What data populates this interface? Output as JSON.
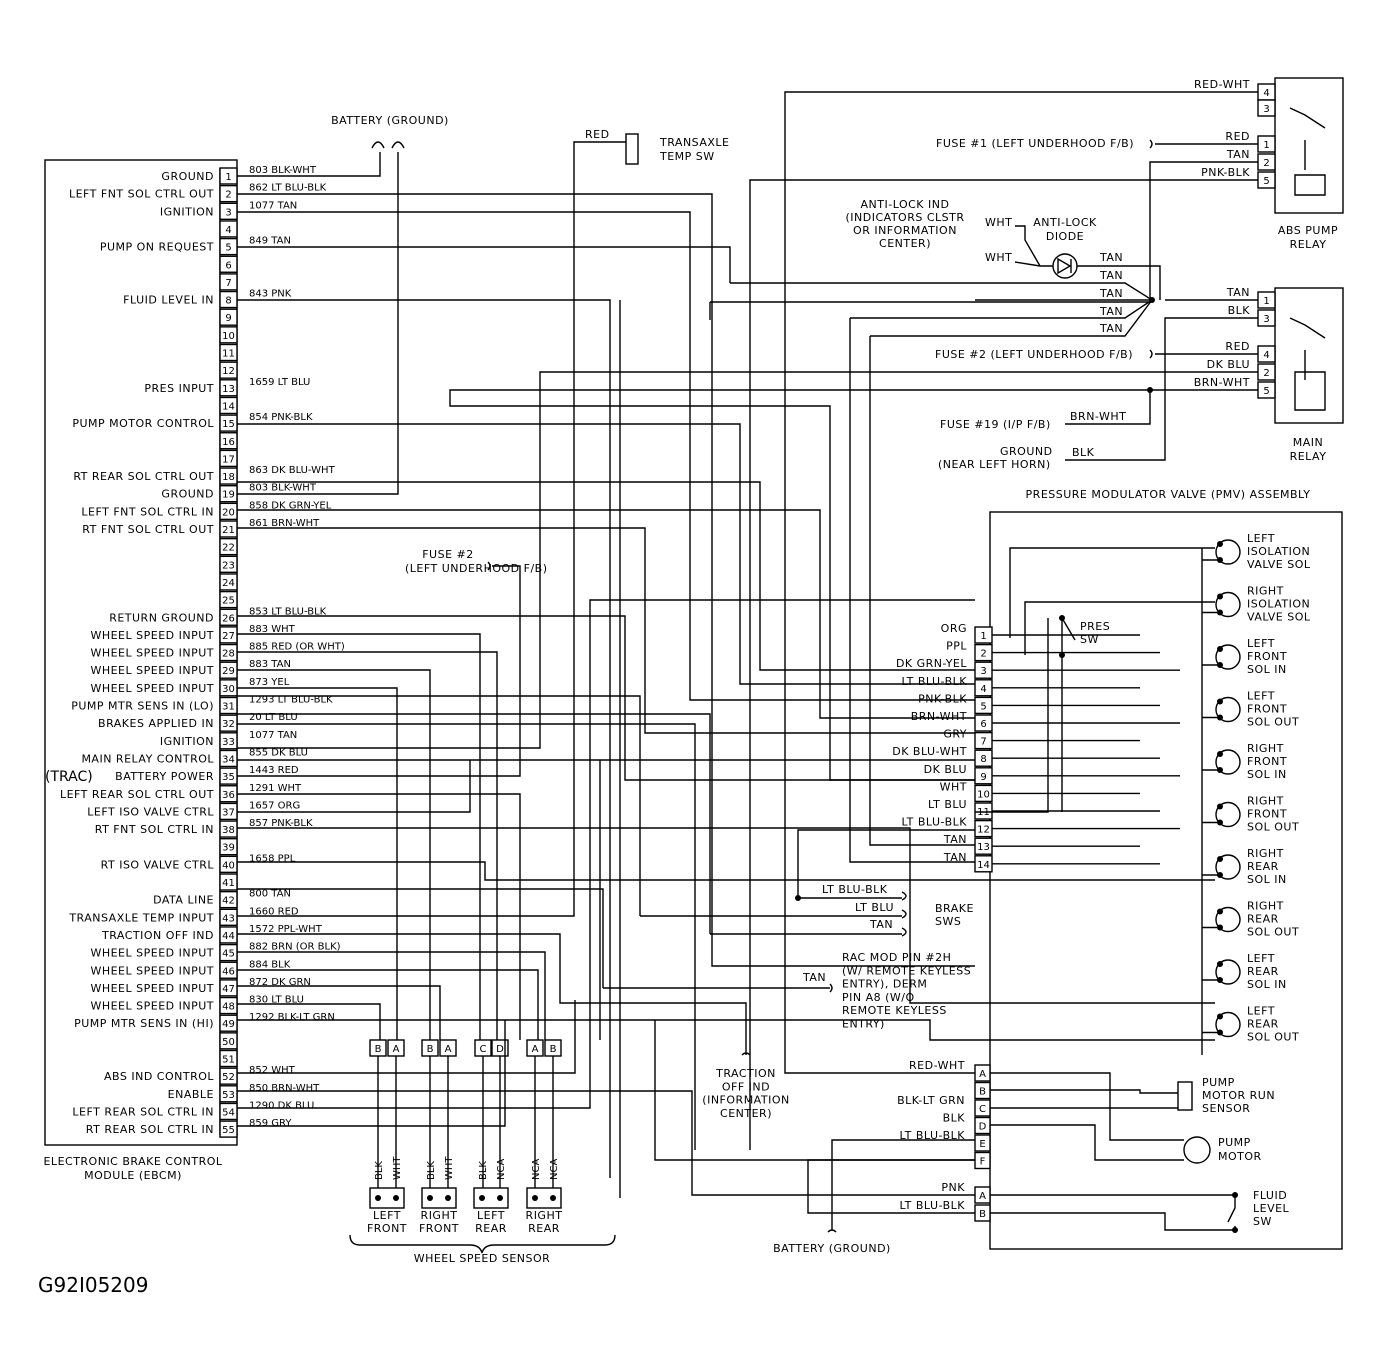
{
  "figure_id": "G92I05209",
  "ebcm": {
    "title1": "ELECTRONIC BRAKE CONTROL",
    "title2": "MODULE (EBCM)",
    "trac": "(TRAC)",
    "pins": [
      {
        "n": "1",
        "fn": "GROUND",
        "wire": "803 BLK-WHT"
      },
      {
        "n": "2",
        "fn": "LEFT FNT SOL CTRL OUT",
        "wire": "862 LT BLU-BLK"
      },
      {
        "n": "3",
        "fn": "IGNITION",
        "wire": "1077 TAN"
      },
      {
        "n": "4",
        "fn": "",
        "wire": ""
      },
      {
        "n": "5",
        "fn": "PUMP ON REQUEST",
        "wire": "849 TAN"
      },
      {
        "n": "6",
        "fn": "",
        "wire": ""
      },
      {
        "n": "7",
        "fn": "",
        "wire": ""
      },
      {
        "n": "8",
        "fn": "FLUID LEVEL IN",
        "wire": "843 PNK"
      },
      {
        "n": "9",
        "fn": "",
        "wire": ""
      },
      {
        "n": "10",
        "fn": "",
        "wire": ""
      },
      {
        "n": "11",
        "fn": "",
        "wire": ""
      },
      {
        "n": "12",
        "fn": "",
        "wire": ""
      },
      {
        "n": "13",
        "fn": "PRES INPUT",
        "wire": "1659 LT BLU"
      },
      {
        "n": "14",
        "fn": "",
        "wire": ""
      },
      {
        "n": "15",
        "fn": "PUMP MOTOR CONTROL",
        "wire": "854 PNK-BLK"
      },
      {
        "n": "16",
        "fn": "",
        "wire": ""
      },
      {
        "n": "17",
        "fn": "",
        "wire": ""
      },
      {
        "n": "18",
        "fn": "RT REAR SOL CTRL OUT",
        "wire": "863 DK BLU-WHT"
      },
      {
        "n": "19",
        "fn": "GROUND",
        "wire": "803 BLK-WHT"
      },
      {
        "n": "20",
        "fn": "LEFT FNT SOL CTRL IN",
        "wire": "858 DK GRN-YEL"
      },
      {
        "n": "21",
        "fn": "RT FNT SOL CTRL OUT",
        "wire": "861 BRN-WHT"
      },
      {
        "n": "22",
        "fn": "",
        "wire": ""
      },
      {
        "n": "23",
        "fn": "",
        "wire": ""
      },
      {
        "n": "24",
        "fn": "",
        "wire": ""
      },
      {
        "n": "25",
        "fn": "",
        "wire": ""
      },
      {
        "n": "26",
        "fn": "RETURN GROUND",
        "wire": "853 LT BLU-BLK"
      },
      {
        "n": "27",
        "fn": "WHEEL SPEED INPUT",
        "wire": "883 WHT"
      },
      {
        "n": "28",
        "fn": "WHEEL SPEED INPUT",
        "wire": "885 RED (OR WHT)"
      },
      {
        "n": "29",
        "fn": "WHEEL SPEED INPUT",
        "wire": "883 TAN"
      },
      {
        "n": "30",
        "fn": "WHEEL SPEED INPUT",
        "wire": "873 YEL"
      },
      {
        "n": "31",
        "fn": "PUMP MTR SENS IN (LO)",
        "wire": "1293 LT BLU-BLK"
      },
      {
        "n": "32",
        "fn": "BRAKES APPLIED IN",
        "wire": "20 LT BLU"
      },
      {
        "n": "33",
        "fn": "IGNITION",
        "wire": "1077 TAN"
      },
      {
        "n": "34",
        "fn": "MAIN RELAY CONTROL",
        "wire": "855 DK BLU"
      },
      {
        "n": "35",
        "fn": "BATTERY POWER",
        "wire": "1443 RED"
      },
      {
        "n": "36",
        "fn": "LEFT REAR SOL CTRL OUT",
        "wire": "1291 WHT"
      },
      {
        "n": "37",
        "fn": "LEFT ISO VALVE CTRL",
        "wire": "1657 ORG"
      },
      {
        "n": "38",
        "fn": "RT FNT SOL CTRL IN",
        "wire": "857 PNK-BLK"
      },
      {
        "n": "39",
        "fn": "",
        "wire": ""
      },
      {
        "n": "40",
        "fn": "RT ISO VALVE CTRL",
        "wire": "1658 PPL"
      },
      {
        "n": "41",
        "fn": "",
        "wire": ""
      },
      {
        "n": "42",
        "fn": "DATA LINE",
        "wire": "800 TAN"
      },
      {
        "n": "43",
        "fn": "TRANSAXLE TEMP INPUT",
        "wire": "1660 RED"
      },
      {
        "n": "44",
        "fn": "TRACTION OFF IND",
        "wire": "1572 PPL-WHT"
      },
      {
        "n": "45",
        "fn": "WHEEL SPEED INPUT",
        "wire": "882 BRN (OR BLK)"
      },
      {
        "n": "46",
        "fn": "WHEEL SPEED INPUT",
        "wire": "884 BLK"
      },
      {
        "n": "47",
        "fn": "WHEEL SPEED INPUT",
        "wire": "872 DK GRN"
      },
      {
        "n": "48",
        "fn": "WHEEL SPEED INPUT",
        "wire": "830 LT BLU"
      },
      {
        "n": "49",
        "fn": "PUMP MTR SENS IN (HI)",
        "wire": "1292 BLK-LT GRN"
      },
      {
        "n": "50",
        "fn": "",
        "wire": ""
      },
      {
        "n": "51",
        "fn": "",
        "wire": ""
      },
      {
        "n": "52",
        "fn": "ABS IND CONTROL",
        "wire": "852 WHT"
      },
      {
        "n": "53",
        "fn": "ENABLE",
        "wire": "850 BRN-WHT"
      },
      {
        "n": "54",
        "fn": "LEFT REAR SOL CTRL IN",
        "wire": "1290 DK BLU"
      },
      {
        "n": "55",
        "fn": "RT REAR SOL CTRL IN",
        "wire": "859 GRY"
      }
    ]
  },
  "battery_ground_top": "BATTERY (GROUND)",
  "battery_ground_bottom": "BATTERY (GROUND)",
  "transaxle": {
    "wire": "RED",
    "label1": "TRANSAXLE",
    "label2": "TEMP SW"
  },
  "fuse2_mid": {
    "l1": "FUSE #2",
    "l2": "(LEFT UNDERHOOD F/B)"
  },
  "abs_pump_relay": {
    "label1": "ABS PUMP",
    "label2": "RELAY",
    "pins": [
      "4",
      "3",
      "1",
      "2",
      "5"
    ],
    "wires": [
      "RED-WHT",
      "",
      "RED",
      "TAN",
      "PNK-BLK"
    ],
    "fuse": "FUSE #1 (LEFT UNDERHOOD F/B)"
  },
  "antilock": {
    "l1": "ANTI-LOCK IND",
    "l2": "(INDICATORS CLSTR",
    "l3": "OR INFORMATION",
    "l4": "CENTER)",
    "d1": "ANTI-LOCK",
    "d2": "DIODE",
    "wire": "WHT",
    "tans": [
      "TAN",
      "TAN",
      "TAN",
      "TAN",
      "TAN"
    ]
  },
  "main_relay": {
    "label1": "MAIN",
    "label2": "RELAY",
    "pins": [
      "1",
      "3",
      "4",
      "2",
      "5"
    ],
    "wires": [
      "TAN",
      "BLK",
      "RED",
      "DK BLU",
      "BRN-WHT"
    ],
    "fuse2": "FUSE #2 (LEFT UNDERHOOD F/B)",
    "fuse19": "FUSE #19 (I/P F/B)",
    "fuse19_wire": "BRN-WHT",
    "ground1": "GROUND",
    "ground2": "(NEAR LEFT HORN)",
    "ground_wire": "BLK"
  },
  "pmv": {
    "title": "PRESSURE MODULATOR VALVE (PMV) ASSEMBLY",
    "pins": [
      {
        "n": "1",
        "wire": "ORG"
      },
      {
        "n": "2",
        "wire": "PPL"
      },
      {
        "n": "3",
        "wire": "DK GRN-YEL"
      },
      {
        "n": "4",
        "wire": "LT BLU-BLK"
      },
      {
        "n": "5",
        "wire": "PNK-BLK"
      },
      {
        "n": "6",
        "wire": "BRN-WHT"
      },
      {
        "n": "7",
        "wire": "GRY"
      },
      {
        "n": "8",
        "wire": "DK BLU-WHT"
      },
      {
        "n": "9",
        "wire": "DK BLU"
      },
      {
        "n": "10",
        "wire": "WHT"
      },
      {
        "n": "11",
        "wire": "LT BLU"
      },
      {
        "n": "12",
        "wire": "LT BLU-BLK"
      },
      {
        "n": "13",
        "wire": "TAN"
      },
      {
        "n": "14",
        "wire": "TAN"
      }
    ],
    "solenoids": [
      [
        "LEFT",
        "ISOLATION",
        "VALVE SOL"
      ],
      [
        "RIGHT",
        "ISOLATION",
        "VALVE SOL"
      ],
      [
        "LEFT",
        "FRONT",
        "SOL IN"
      ],
      [
        "LEFT",
        "FRONT",
        "SOL OUT"
      ],
      [
        "RIGHT",
        "FRONT",
        "SOL IN"
      ],
      [
        "RIGHT",
        "FRONT",
        "SOL OUT"
      ],
      [
        "RIGHT",
        "REAR",
        "SOL IN"
      ],
      [
        "RIGHT",
        "REAR",
        "SOL OUT"
      ],
      [
        "LEFT",
        "REAR",
        "SOL IN"
      ],
      [
        "LEFT",
        "REAR",
        "SOL OUT"
      ]
    ],
    "pres_sw": [
      "PRES",
      "SW"
    ],
    "conn2": [
      {
        "n": "A",
        "wire": "RED-WHT"
      },
      {
        "n": "B",
        "wire": ""
      },
      {
        "n": "C",
        "wire": "BLK-LT GRN"
      },
      {
        "n": "D",
        "wire": "BLK"
      },
      {
        "n": "E",
        "wire": "LT BLU-BLK"
      },
      {
        "n": "F",
        "wire": ""
      }
    ],
    "conn3": [
      {
        "n": "A",
        "wire": "PNK"
      },
      {
        "n": "B",
        "wire": "LT BLU-BLK"
      }
    ],
    "pump_sensor": [
      "PUMP",
      "MOTOR RUN",
      "SENSOR"
    ],
    "pump_motor": [
      "PUMP",
      "MOTOR"
    ],
    "fluid_sw": [
      "FLUID",
      "LEVEL",
      "SW"
    ]
  },
  "brake_sws": {
    "label1": "BRAKE",
    "label2": "SWS",
    "wires": [
      "LT BLU-BLK",
      "LT BLU",
      "TAN"
    ]
  },
  "rac": {
    "wire": "TAN",
    "lines": [
      "RAC MOD PIN #2H",
      "(W/ REMOTE KEYLESS",
      "ENTRY), DERM",
      "PIN A8 (W/O",
      "REMOTE KEYLESS",
      "ENTRY)"
    ]
  },
  "traction_off": [
    "TRACTION",
    "OFF IND",
    "(INFORMATION",
    "CENTER)"
  ],
  "wheel_speed": {
    "title": "WHEEL SPEED SENSOR",
    "conn_letters": [
      "B",
      "A",
      "B",
      "A",
      "C",
      "D",
      "A",
      "B"
    ],
    "sensors": [
      {
        "l1": "LEFT",
        "l2": "FRONT",
        "w1": "BLK",
        "w2": "WHT"
      },
      {
        "l1": "RIGHT",
        "l2": "FRONT",
        "w1": "BLK",
        "w2": "WHT"
      },
      {
        "l1": "LEFT",
        "l2": "REAR",
        "w1": "BLK",
        "w2": "NCA"
      },
      {
        "l1": "RIGHT",
        "l2": "REAR",
        "w1": "NCA",
        "w2": "NCA"
      }
    ]
  }
}
